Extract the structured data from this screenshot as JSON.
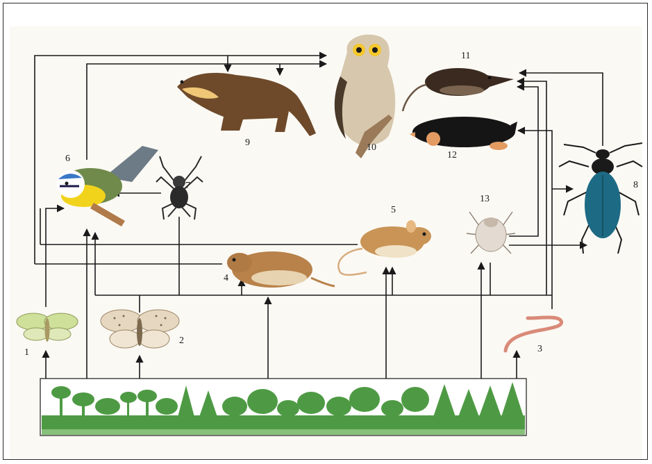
{
  "labels": {
    "n1": "1",
    "n2": "2",
    "n3": "3",
    "n4": "4",
    "n5": "5",
    "n6": "6",
    "n7": "7",
    "n8": "8",
    "n9": "9",
    "n10": "10",
    "n11": "11",
    "n12": "12",
    "n13": "13"
  },
  "colors": {
    "forest": "#4e9a44",
    "forest_light": "#86c07a",
    "line": "#1a1a1a"
  }
}
